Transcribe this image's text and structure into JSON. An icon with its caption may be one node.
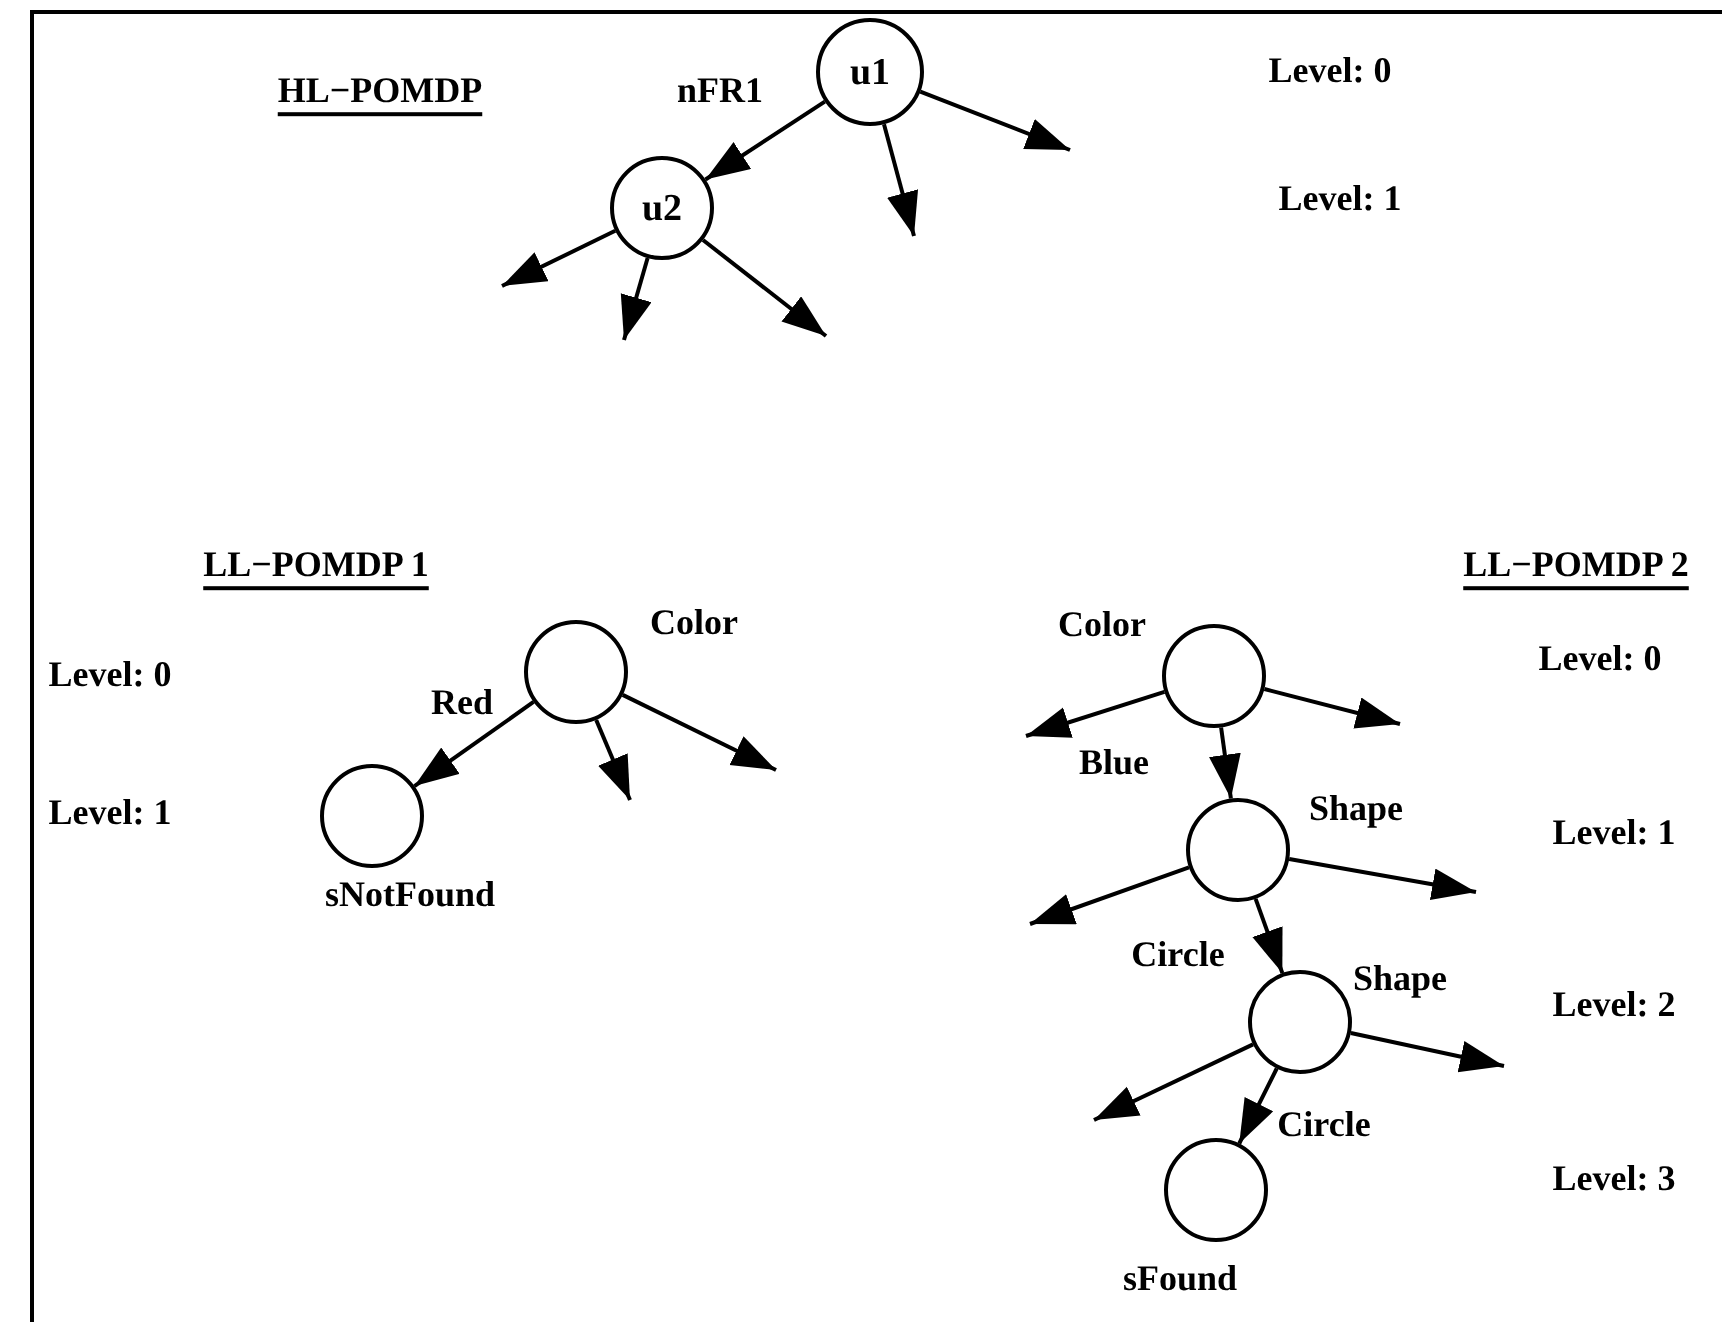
{
  "diagram": {
    "nodes": [
      {
        "text": [
          "u1"
        ]
      },
      {
        "text": [
          "u2"
        ]
      },
      {
        "text": [],
        "shape": "circle",
        "beside": [
          "Color"
        ]
      },
      {
        "text": [],
        "shape": "circle",
        "beside": [
          "sNotFound"
        ]
      },
      {
        "text": [],
        "shape": "circle",
        "beside": [
          "Color"
        ]
      },
      {
        "text": [],
        "shape": "circle",
        "beside": [
          "Shape"
        ]
      },
      {
        "text": [],
        "shape": "circle",
        "beside": [
          "Shape"
        ]
      },
      {
        "text": [],
        "shape": "circle",
        "beside": [
          "sFound"
        ]
      }
    ],
    "edges": [
      {
        "from": 0,
        "to": 1,
        "arrow": "to",
        "label": "nFR1"
      },
      {
        "from": 0,
        "to": null,
        "arrow": "to"
      },
      {
        "from": 0,
        "to": null,
        "arrow": "to"
      },
      {
        "from": 1,
        "to": null,
        "arrow": "to"
      },
      {
        "from": 1,
        "to": null,
        "arrow": "to"
      },
      {
        "from": 1,
        "to": null,
        "arrow": "to"
      },
      {
        "from": 2,
        "to": 3,
        "arrow": "to",
        "label": "Red"
      },
      {
        "from": 2,
        "to": null,
        "arrow": "to"
      },
      {
        "from": 2,
        "to": null,
        "arrow": "to"
      },
      {
        "from": 4,
        "to": null,
        "arrow": "to"
      },
      {
        "from": 4,
        "to": 5,
        "arrow": "to",
        "label": "Blue"
      },
      {
        "from": 4,
        "to": null,
        "arrow": "to"
      },
      {
        "from": 5,
        "to": null,
        "arrow": "to"
      },
      {
        "from": 5,
        "to": 6,
        "arrow": "to",
        "label": "Circle"
      },
      {
        "from": 5,
        "to": null,
        "arrow": "to"
      },
      {
        "from": 6,
        "to": null,
        "arrow": "to"
      },
      {
        "from": 6,
        "to": 7,
        "arrow": "to",
        "label": "Circle"
      },
      {
        "from": 6,
        "to": null,
        "arrow": "to"
      }
    ],
    "labels": [
      "HL−POMDP",
      "Level: 0",
      "Level: 1",
      "LL−POMDP 1",
      "Level: 0",
      "Level: 1",
      "LL−POMDP 2",
      "Level: 0",
      "Level: 1",
      "Level: 2",
      "Level: 3"
    ]
  }
}
